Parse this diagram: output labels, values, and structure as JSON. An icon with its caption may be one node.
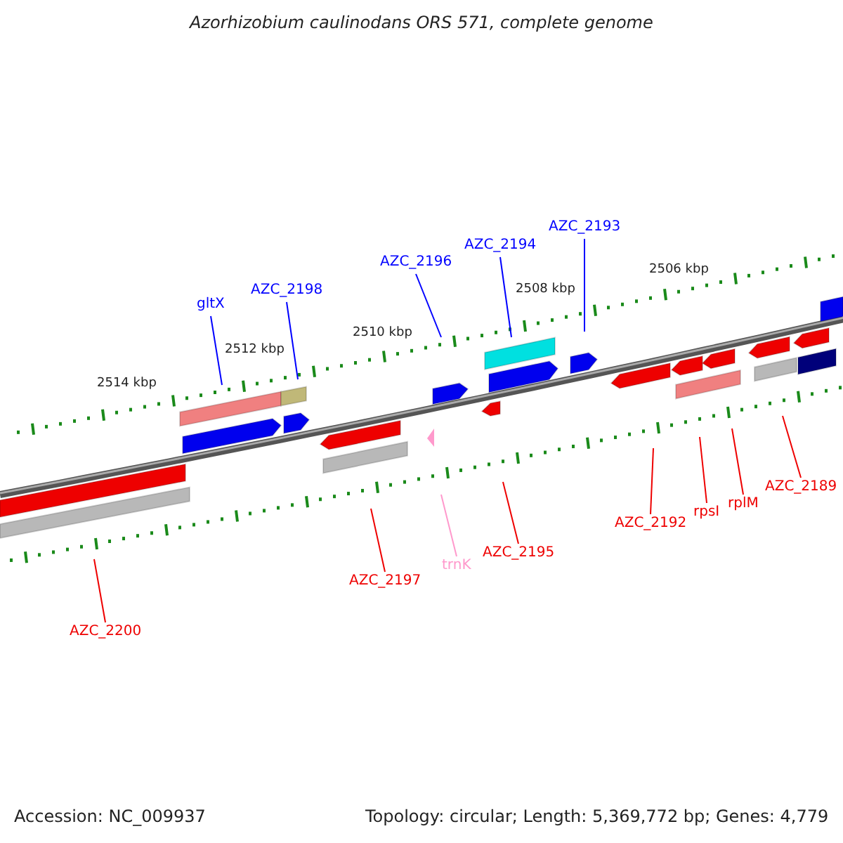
{
  "diagram": {
    "title": "Azorhizobium caulinodans ORS 571, complete genome",
    "nodes": [
      {
        "text": [
          "gltX"
        ]
      },
      {
        "text": [
          "AZC_2198"
        ]
      },
      {
        "text": [
          "AZC_2196"
        ]
      },
      {
        "text": [
          "AZC_2194"
        ]
      },
      {
        "text": [
          "AZC_2193"
        ]
      },
      {
        "text": [
          "AZC_2200"
        ]
      },
      {
        "text": [
          "AZC_2197"
        ]
      },
      {
        "text": [
          "trnK"
        ]
      },
      {
        "text": [
          "AZC_2195"
        ]
      },
      {
        "text": [
          "AZC_2192"
        ]
      },
      {
        "text": [
          "rpsI"
        ]
      },
      {
        "text": [
          "rplM"
        ]
      },
      {
        "text": [
          "AZC_2189"
        ]
      }
    ],
    "edges": [
      {
        "from": 0,
        "to": null,
        "arrow": "none",
        "color": "#0000ff"
      },
      {
        "from": 1,
        "to": null,
        "arrow": "none",
        "color": "#0000ff"
      },
      {
        "from": 2,
        "to": null,
        "arrow": "none",
        "color": "#0000ff"
      },
      {
        "from": 3,
        "to": null,
        "arrow": "none",
        "color": "#0000ff"
      },
      {
        "from": 4,
        "to": null,
        "arrow": "none",
        "color": "#0000ff"
      },
      {
        "from": 5,
        "to": null,
        "arrow": "none"
      },
      {
        "from": 6,
        "to": null,
        "arrow": "none"
      },
      {
        "from": 7,
        "to": null,
        "arrow": "none",
        "color": "#ff99cc"
      },
      {
        "from": 8,
        "to": null,
        "arrow": "none"
      },
      {
        "from": 9,
        "to": null,
        "arrow": "none"
      },
      {
        "from": 10,
        "to": null,
        "arrow": "none"
      },
      {
        "from": 11,
        "to": null,
        "arrow": "none"
      },
      {
        "from": 12,
        "to": null,
        "arrow": "none"
      }
    ],
    "labels": [
      "2506 kbp",
      "2508 kbp",
      "2510 kbp",
      "2512 kbp",
      "2514 kbp",
      "Accession: NC_009937",
      "Topology: circular; Length: 5,369,772 bp; Genes: 4,779"
    ]
  }
}
